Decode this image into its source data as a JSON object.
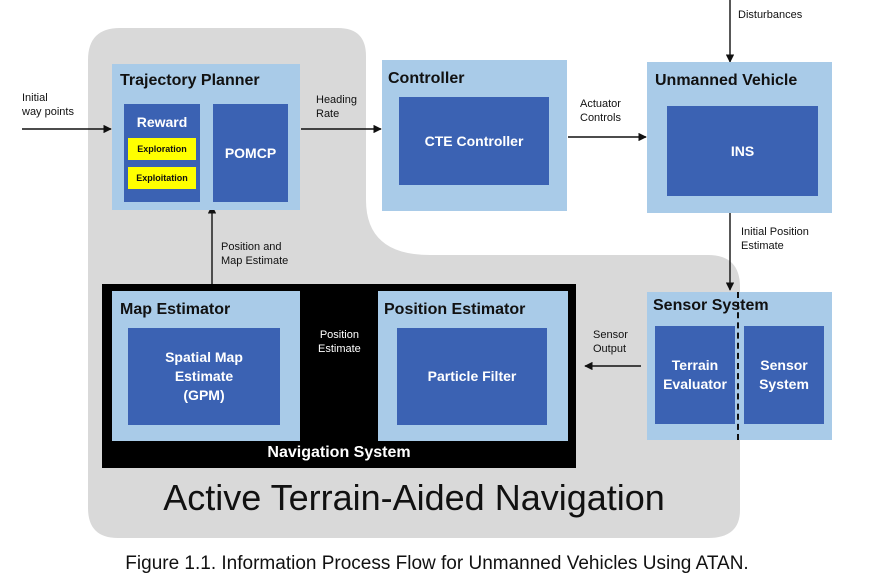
{
  "inputs": {
    "waypoints_line1": "Initial",
    "waypoints_line2": "way points",
    "disturbances": "Disturbances"
  },
  "trajectory_planner": {
    "title": "Trajectory Planner",
    "reward": "Reward",
    "exploration": "Exploration",
    "exploitation": "Exploitation",
    "pomcp": "POMCP"
  },
  "controller": {
    "title": "Controller",
    "block": "CTE Controller"
  },
  "unmanned_vehicle": {
    "title": "Unmanned Vehicle",
    "block": "INS"
  },
  "sensor_system": {
    "title": "Sensor System",
    "terrain_line1": "Terrain",
    "terrain_line2": "Evaluator",
    "sensor_line1": "Sensor",
    "sensor_line2": "System"
  },
  "navigation_system": {
    "label": "Navigation System",
    "map_estimator_title": "Map Estimator",
    "map_line1": "Spatial Map",
    "map_line2": "Estimate",
    "map_line3": "(GPM)",
    "position_estimator_title": "Position Estimator",
    "particle_filter": "Particle Filter"
  },
  "flows": {
    "heading_line1": "Heading",
    "heading_line2": "Rate",
    "actuator_line1": "Actuator",
    "actuator_line2": "Controls",
    "init_pos_line1": "Initial Position",
    "init_pos_line2": "Estimate",
    "sensor_out_line1": "Sensor",
    "sensor_out_line2": "Output",
    "pos_est_line1": "Position",
    "pos_est_line2": "Estimate",
    "pos_map_line1": "Position and",
    "pos_map_line2": "Map Estimate"
  },
  "system_title": "Active Terrain-Aided Navigation",
  "caption": "Figure 1.1. Information Process Flow for Unmanned Vehicles Using ATAN.",
  "colors": {
    "gray_region": "#d9d9d9",
    "panel": "#a9cbe8",
    "block": "#3b62b3",
    "highlight": "#ffff00",
    "navigation_bg": "#000000"
  }
}
